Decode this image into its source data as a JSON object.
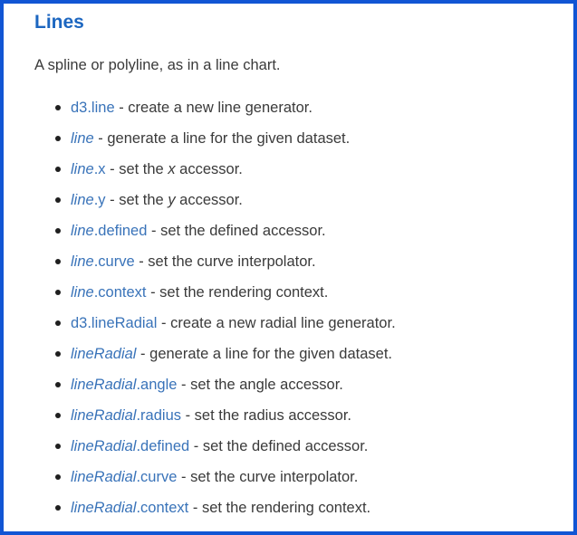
{
  "colors": {
    "border": "#1155d4",
    "heading": "#1c66c0",
    "link": "#3973b9",
    "text": "#3a3a3a",
    "bullet": "#1f1f1f"
  },
  "header": {
    "title": "Lines"
  },
  "intro": {
    "text": "A spline or polyline, as in a line chart."
  },
  "list": {
    "separator": " - ",
    "items": [
      {
        "link_italic": "",
        "link_roman": "d3.line",
        "desc_pre": "create a new line generator.",
        "desc_italic": "",
        "desc_post": ""
      },
      {
        "link_italic": "line",
        "link_roman": "",
        "desc_pre": "generate a line for the given dataset.",
        "desc_italic": "",
        "desc_post": ""
      },
      {
        "link_italic": "line",
        "link_roman": ".x",
        "desc_pre": "set the ",
        "desc_italic": "x",
        "desc_post": " accessor."
      },
      {
        "link_italic": "line",
        "link_roman": ".y",
        "desc_pre": "set the ",
        "desc_italic": "y",
        "desc_post": " accessor."
      },
      {
        "link_italic": "line",
        "link_roman": ".defined",
        "desc_pre": "set the defined accessor.",
        "desc_italic": "",
        "desc_post": ""
      },
      {
        "link_italic": "line",
        "link_roman": ".curve",
        "desc_pre": "set the curve interpolator.",
        "desc_italic": "",
        "desc_post": ""
      },
      {
        "link_italic": "line",
        "link_roman": ".context",
        "desc_pre": "set the rendering context.",
        "desc_italic": "",
        "desc_post": ""
      },
      {
        "link_italic": "",
        "link_roman": "d3.lineRadial",
        "desc_pre": "create a new radial line generator.",
        "desc_italic": "",
        "desc_post": ""
      },
      {
        "link_italic": "lineRadial",
        "link_roman": "",
        "desc_pre": "generate a line for the given dataset.",
        "desc_italic": "",
        "desc_post": ""
      },
      {
        "link_italic": "lineRadial",
        "link_roman": ".angle",
        "desc_pre": "set the angle accessor.",
        "desc_italic": "",
        "desc_post": ""
      },
      {
        "link_italic": "lineRadial",
        "link_roman": ".radius",
        "desc_pre": "set the radius accessor.",
        "desc_italic": "",
        "desc_post": ""
      },
      {
        "link_italic": "lineRadial",
        "link_roman": ".defined",
        "desc_pre": "set the defined accessor.",
        "desc_italic": "",
        "desc_post": ""
      },
      {
        "link_italic": "lineRadial",
        "link_roman": ".curve",
        "desc_pre": "set the curve interpolator.",
        "desc_italic": "",
        "desc_post": ""
      },
      {
        "link_italic": "lineRadial",
        "link_roman": ".context",
        "desc_pre": "set the rendering context.",
        "desc_italic": "",
        "desc_post": ""
      }
    ]
  }
}
